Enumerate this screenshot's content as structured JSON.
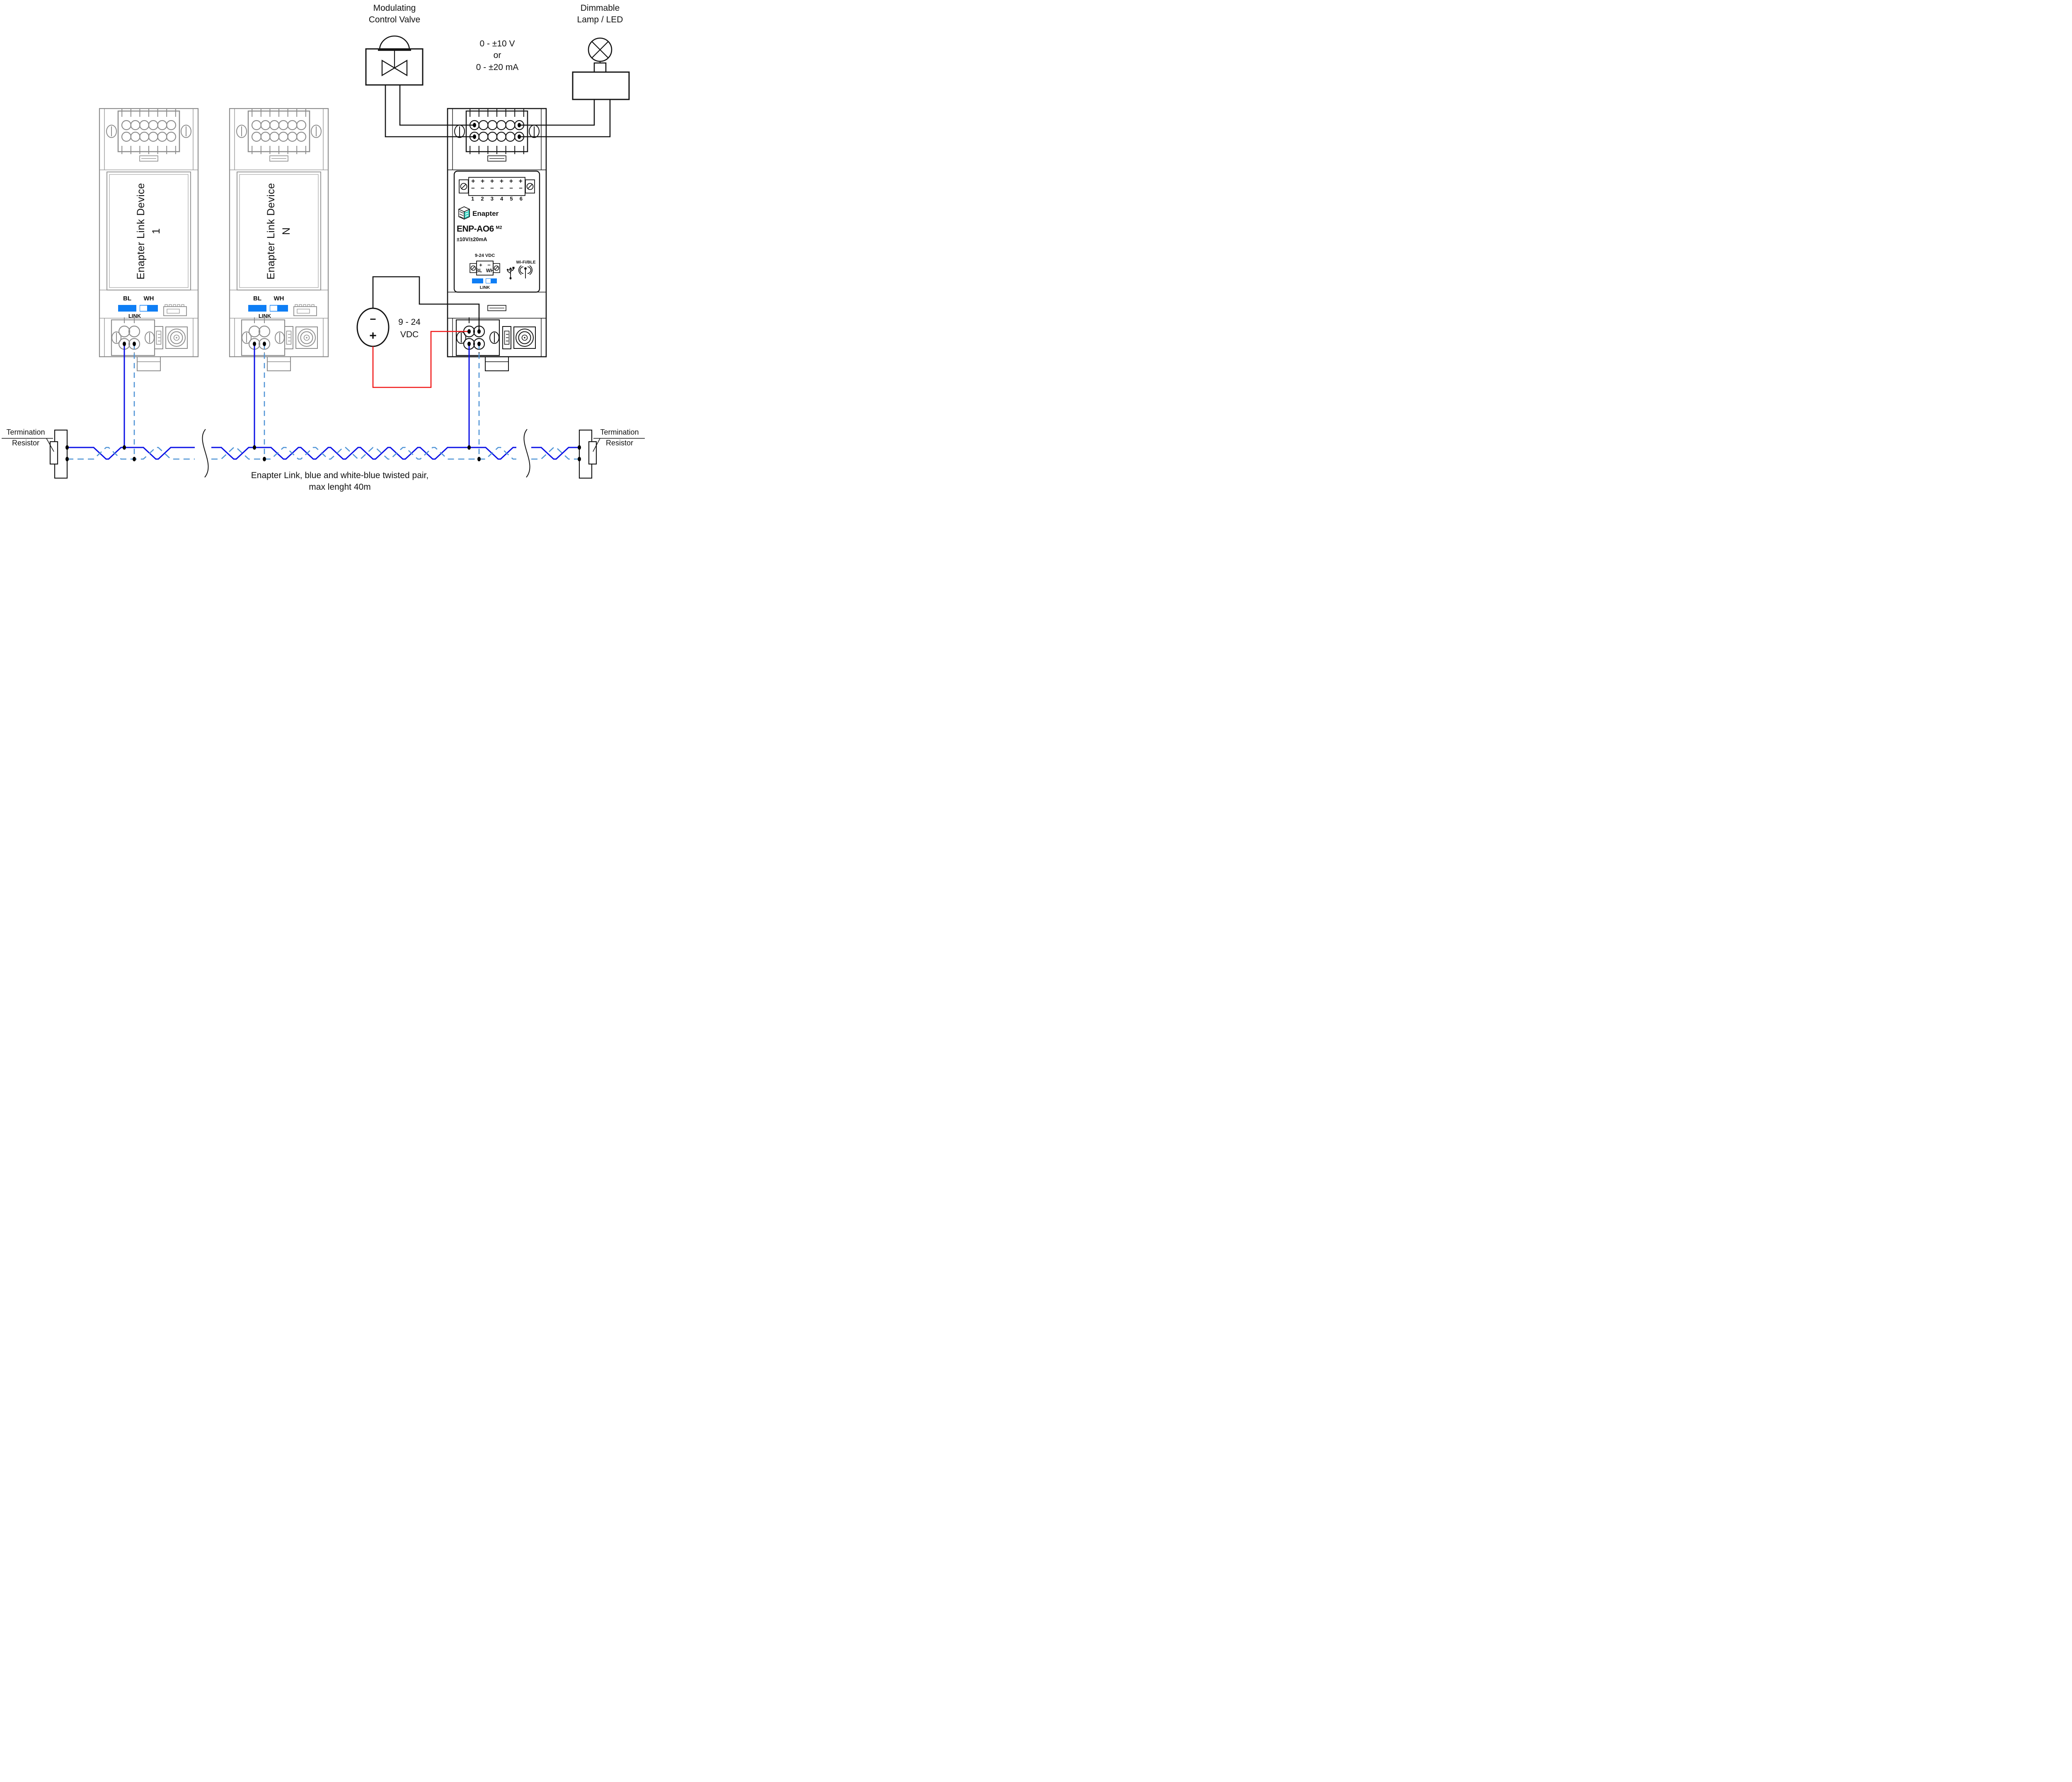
{
  "annotations": {
    "valve_label": {
      "line1": "Modulating",
      "line2": "Control Valve"
    },
    "lamp_label": {
      "line1": "Dimmable",
      "line2": "Lamp / LED"
    },
    "signal_range": {
      "line1": "0 - ±10 V",
      "line2": "or",
      "line3": "0 - ±20 mA"
    },
    "termination_left": {
      "line1": "Termination",
      "line2": "Resistor"
    },
    "termination_right": {
      "line1": "Termination",
      "line2": "Resistor"
    },
    "caption": {
      "line1": "Enapter Link, blue and white-blue twisted pair,",
      "line2": "max lenght 40m"
    }
  },
  "power_supply": {
    "minus": "−",
    "plus": "+",
    "range": "9 - 24",
    "unit": "VDC"
  },
  "link_device_1": {
    "name": "Enapter Link Device",
    "number": "1",
    "bl": "BL",
    "wh": "WH",
    "link": "LINK"
  },
  "link_device_n": {
    "name": "Enapter Link Device",
    "number": "N",
    "bl": "BL",
    "wh": "WH",
    "link": "LINK"
  },
  "enp_ao6": {
    "brand": "Enapter",
    "model": "ENP-AO6",
    "model_suffix": "M2",
    "io_range": "±10V/±20mA",
    "power_label": "9-24 VDC",
    "plus": "+",
    "minus": "−",
    "bl": "BL",
    "wh": "WH",
    "link": "LINK",
    "wifi": "Wi-Fi/BLE",
    "terminal_plus": "+",
    "terminal_minus": "−",
    "terminal_numbers": [
      "1",
      "2",
      "3",
      "4",
      "5",
      "6"
    ]
  },
  "colors": {
    "wire_blue": "#0a10e6",
    "wire_white_blue": "#4e93d6",
    "wire_red": "#f01414",
    "link_indicator": "#0e7ef5",
    "enapter_teal": "#35d1c0",
    "device_gray": "#8c8c8c",
    "line_black": "#141414"
  }
}
